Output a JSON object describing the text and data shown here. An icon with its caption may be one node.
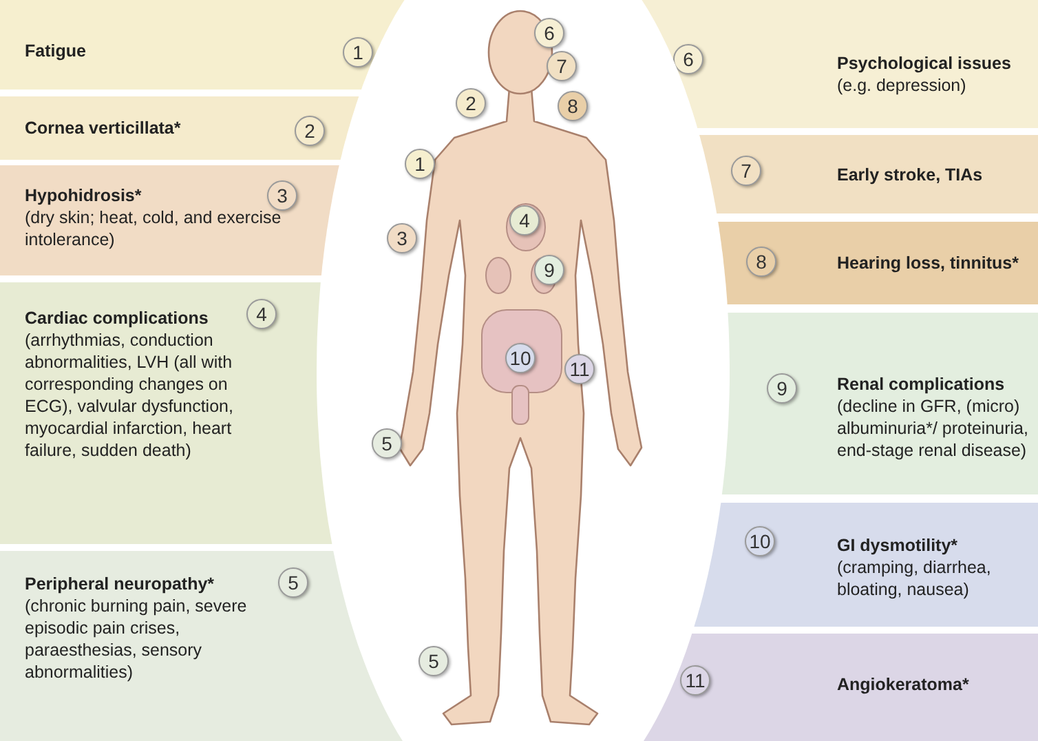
{
  "diagram": {
    "nodes": [
      {
        "text": [
          "Fatigue"
        ]
      },
      {
        "text": [
          "1"
        ],
        "in": 0
      },
      {
        "text": [
          "Cornea verticillata*"
        ]
      },
      {
        "text": [
          "2"
        ],
        "in": 2
      },
      {
        "text": [
          "Hypohidrosis*",
          "(dry skin; heat, cold, and exercise intolerance)"
        ]
      },
      {
        "text": [
          "3"
        ],
        "in": 4
      },
      {
        "text": [
          "Cardiac complications",
          "(arrhythmias, conduction abnormalities, LVH (all with corresponding changes on ECG), valvular dysfunction, myocardial infarction, heart failure, sudden death)"
        ]
      },
      {
        "text": [
          "4"
        ],
        "in": 6
      },
      {
        "text": [
          "Peripheral neuropathy*",
          "(chronic burning pain, severe episodic pain crises, paraesthesias, sensory abnormalities)"
        ]
      },
      {
        "text": [
          "5"
        ],
        "in": 8
      },
      {
        "text": [
          "Psychological issues",
          "(e.g. depression)"
        ]
      },
      {
        "text": [
          "6"
        ],
        "in": 10
      },
      {
        "text": [
          "Early stroke, TIAs"
        ]
      },
      {
        "text": [
          "7"
        ],
        "in": 12
      },
      {
        "text": [
          "Hearing loss, tinnitus*"
        ]
      },
      {
        "text": [
          "8"
        ],
        "in": 14
      },
      {
        "text": [
          "Renal complications",
          "(decline in GFR, (micro) albuminuria*/ proteinuria, end-stage renal disease)"
        ]
      },
      {
        "text": [
          "9"
        ],
        "in": 16
      },
      {
        "text": [
          "GI dysmotility*",
          "(cramping, diarrhea, bloating, nausea)"
        ]
      },
      {
        "text": [
          "10"
        ],
        "in": 18
      },
      {
        "text": [
          "Angiokeratoma*"
        ]
      },
      {
        "text": [
          "11"
        ],
        "in": 20
      },
      {
        "text": [
          "6"
        ]
      },
      {
        "text": [
          "7"
        ]
      },
      {
        "text": [
          "2"
        ]
      },
      {
        "text": [
          "8"
        ]
      },
      {
        "text": [
          "1"
        ]
      },
      {
        "text": [
          "4"
        ]
      },
      {
        "text": [
          "3"
        ]
      },
      {
        "text": [
          "9"
        ]
      },
      {
        "text": [
          "10"
        ]
      },
      {
        "text": [
          "11"
        ]
      },
      {
        "text": [
          "5"
        ]
      },
      {
        "text": [
          "5"
        ]
      }
    ]
  }
}
